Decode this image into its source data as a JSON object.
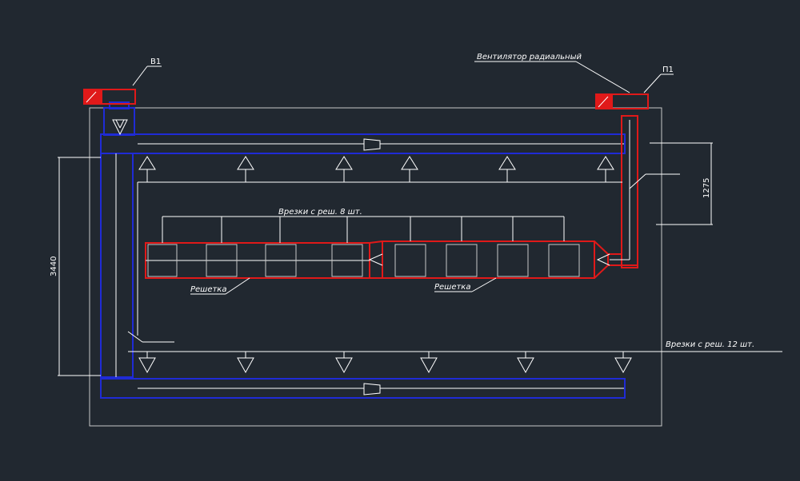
{
  "labels": {
    "exhaust_fan": "В1",
    "supply_unit": "П1",
    "radial_fan": "Вентилятор радиальный",
    "grille_left": "Решетка",
    "grille_right": "Решетка",
    "cutins_8": "Врезки с реш. 8 шт.",
    "cutins_12": "Врезки с реш. 12 шт.",
    "dim_height": "3440",
    "dim_right": "1275"
  },
  "colors": {
    "background": "#212830",
    "exhaust_duct": "#1f2bd6",
    "supply_duct": "#e01919",
    "lines": "#ffffff",
    "room": "#c8c8c8"
  }
}
